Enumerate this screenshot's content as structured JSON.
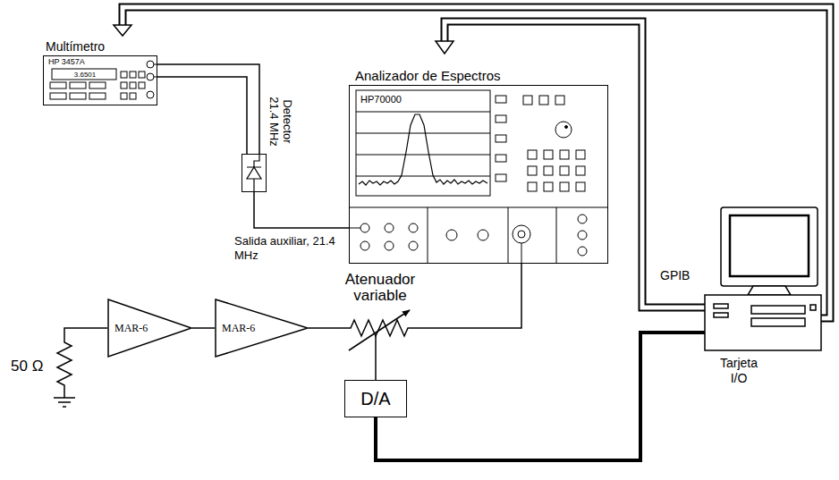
{
  "diagram": {
    "nodes": [
      {
        "text": [
          "Multímetro",
          "HP 3457A",
          "3.6501"
        ]
      },
      {
        "text": [
          "Analizador de Espectros",
          "HP70000"
        ]
      },
      {
        "text": [
          "Detector 21.4 MHz"
        ]
      },
      {
        "text": [
          "MAR-6"
        ]
      },
      {
        "text": [
          "MAR-6"
        ]
      },
      {
        "text": [
          "Atenuador variable"
        ]
      },
      {
        "text": [
          "D/A"
        ]
      }
    ],
    "edges": [
      {
        "from": 2,
        "to": 0,
        "arrow": "none"
      },
      {
        "from": 1,
        "to": 2,
        "arrow": "none"
      },
      {
        "from": 3,
        "to": 4,
        "arrow": "none"
      },
      {
        "from": 4,
        "to": 5,
        "arrow": "none"
      },
      {
        "from": 5,
        "to": 1,
        "arrow": "none"
      },
      {
        "from": 6,
        "to": 5,
        "arrow": "none"
      }
    ],
    "labels": [
      "Salida auxiliar, 21.4 MHz",
      "50 Ω",
      "GPIB",
      "Tarjeta I/O"
    ]
  }
}
